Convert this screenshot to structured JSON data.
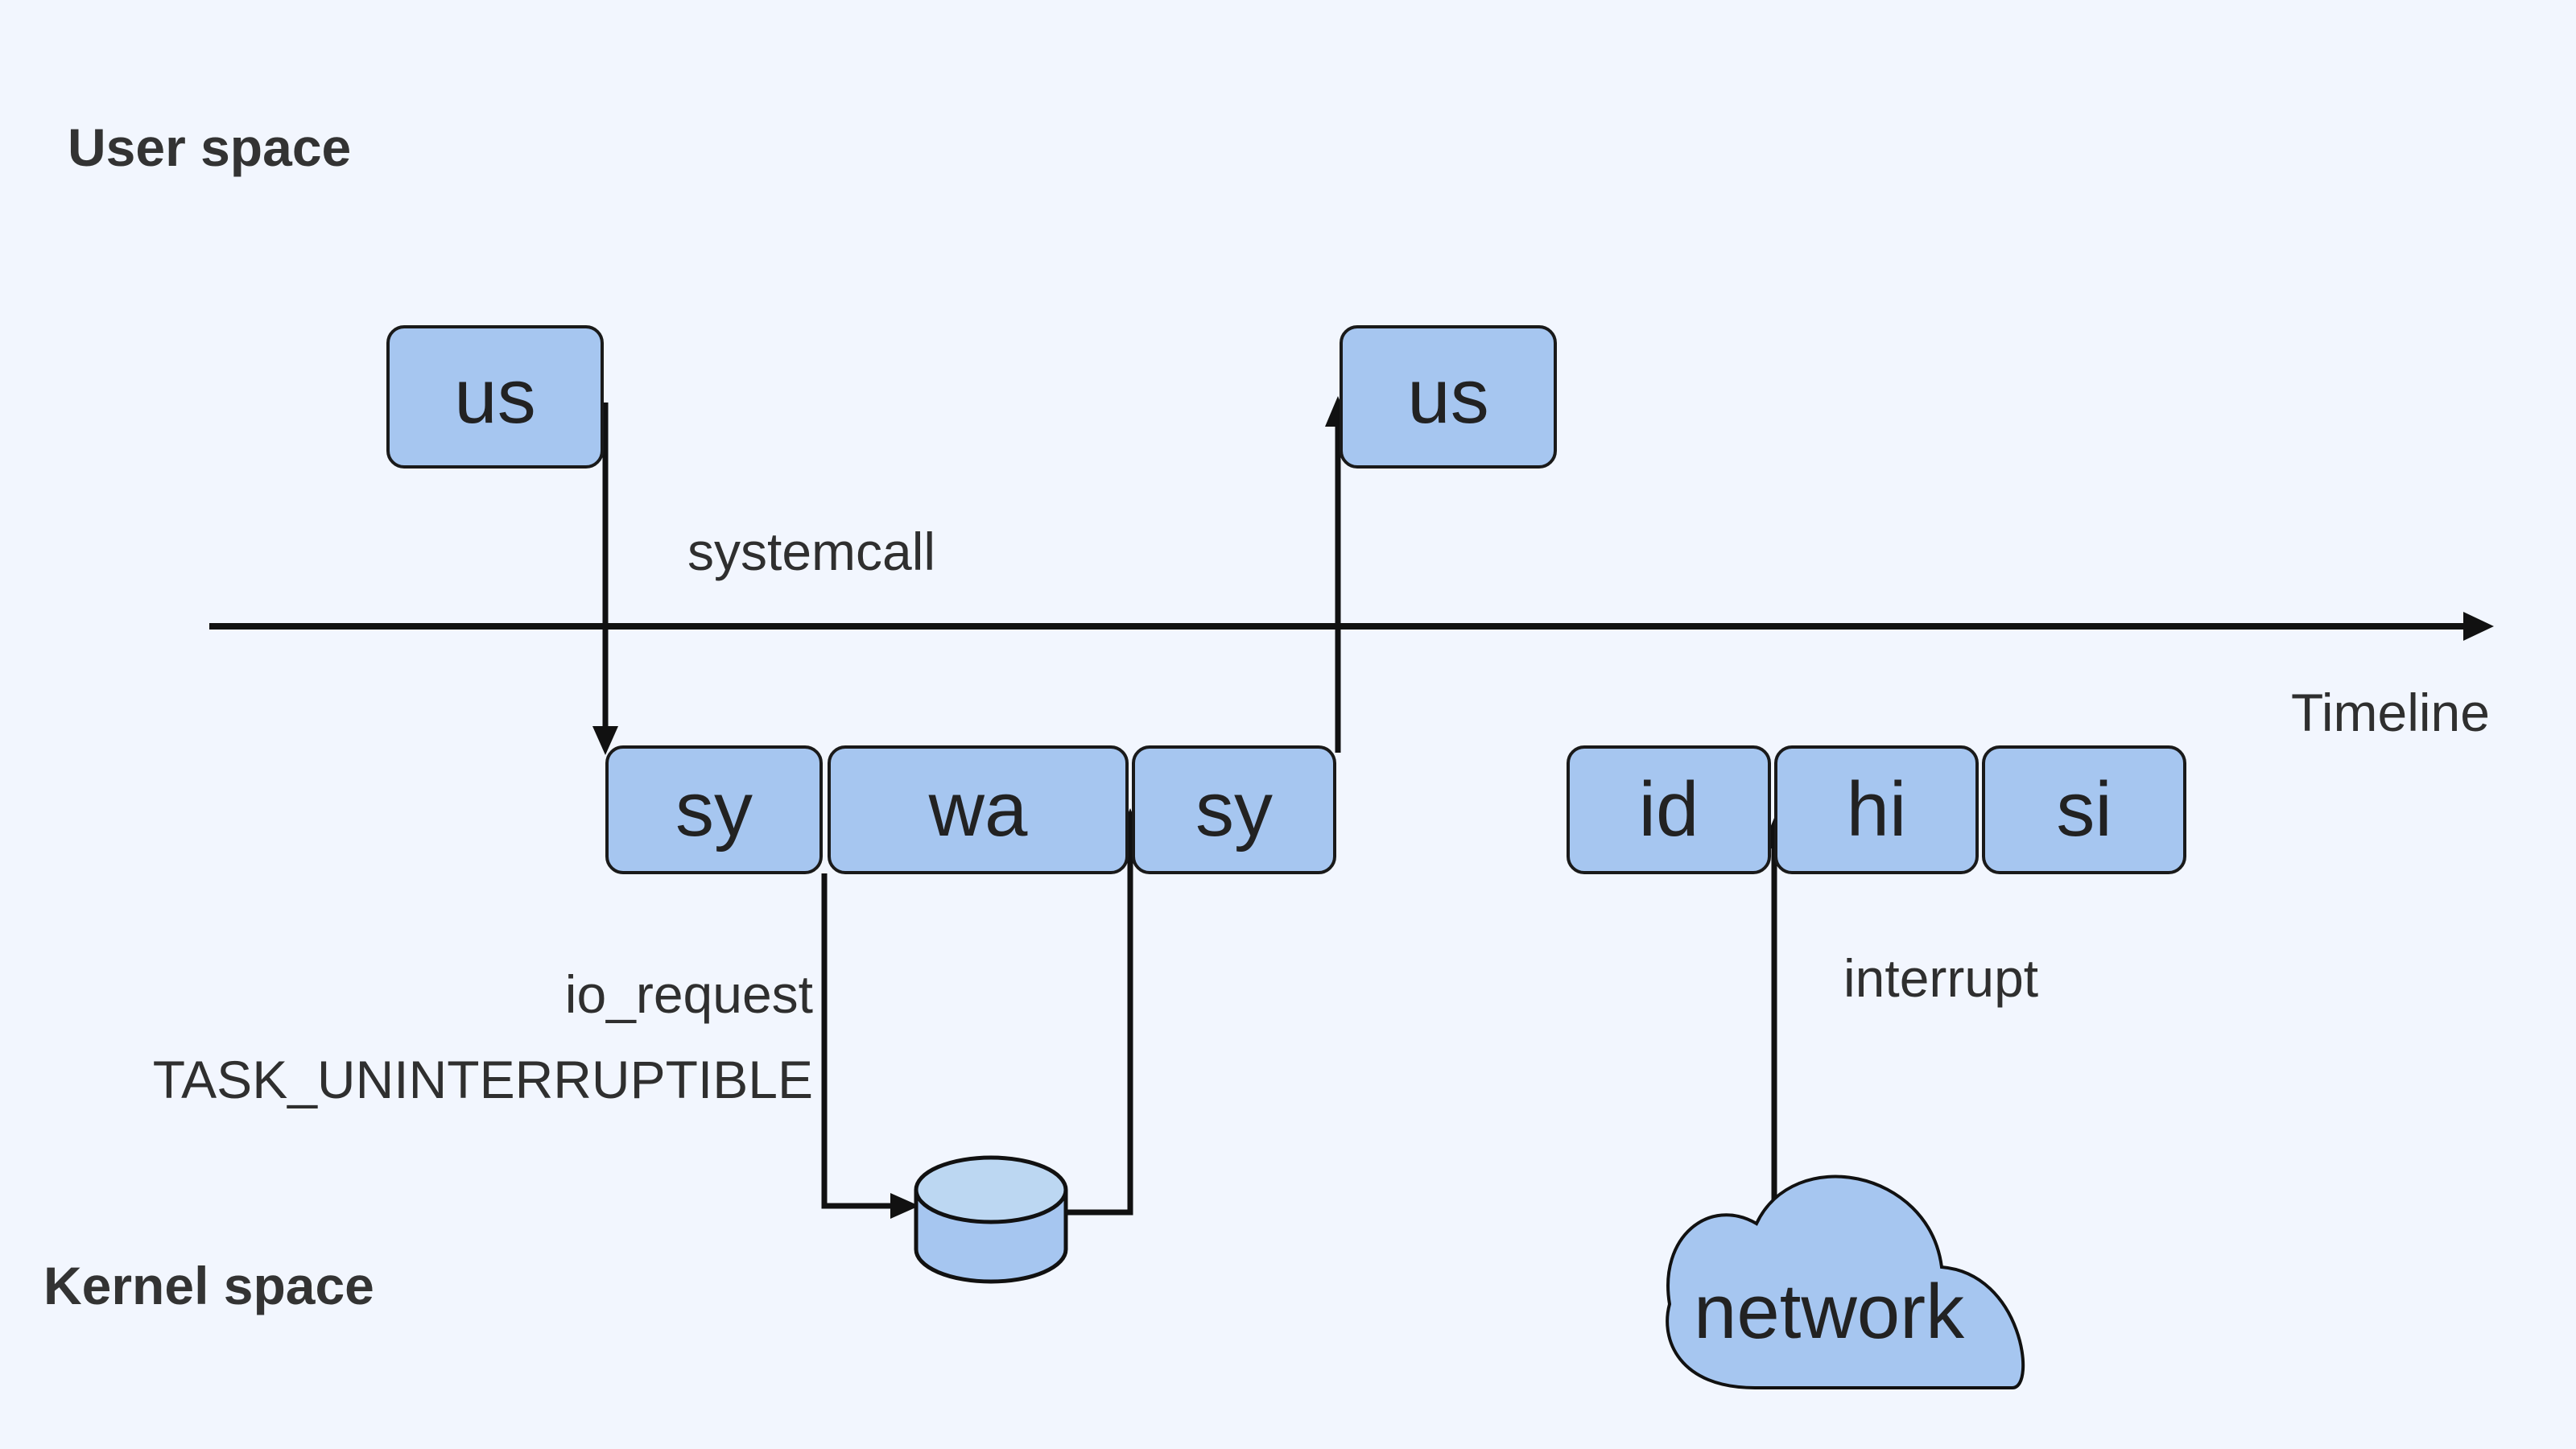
{
  "labels": {
    "user_space": "User space",
    "kernel_space": "Kernel space",
    "timeline": "Timeline",
    "systemcall": "systemcall",
    "io_request": "io_request",
    "task_state": "TASK_UNINTERRUPTIBLE",
    "interrupt": "interrupt"
  },
  "user_boxes": [
    {
      "label": "us"
    },
    {
      "label": "us"
    }
  ],
  "kernel_boxes": [
    {
      "label": "sy"
    },
    {
      "label": "wa"
    },
    {
      "label": "sy"
    },
    {
      "label": "id"
    },
    {
      "label": "hi"
    },
    {
      "label": "si"
    }
  ],
  "network": {
    "label": "network"
  },
  "colors": {
    "background": "#f2f6fe",
    "box_fill": "#a6c6f0",
    "disk_top": "#bcd7f2",
    "stroke": "#111111"
  }
}
